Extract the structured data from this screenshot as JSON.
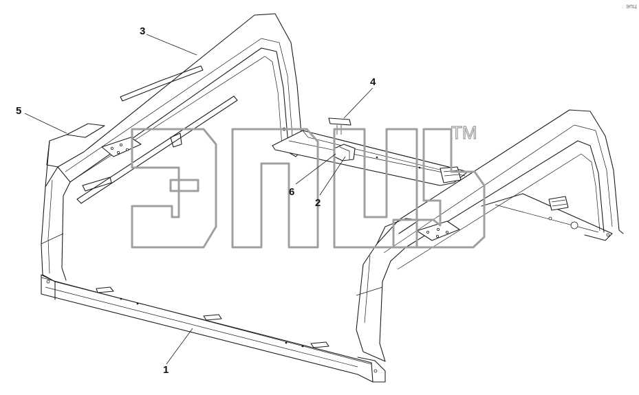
{
  "diagram": {
    "callouts": [
      {
        "id": "c1",
        "label": "1"
      },
      {
        "id": "c2",
        "label": "2"
      },
      {
        "id": "c3",
        "label": "3"
      },
      {
        "id": "c4",
        "label": "4"
      },
      {
        "id": "c5",
        "label": "5"
      },
      {
        "id": "c6",
        "label": "6"
      }
    ],
    "watermark": {
      "mark": "TM"
    },
    "corner_text": "ЭПЦ"
  },
  "colors": {
    "line": "#1a1a1a",
    "watermark": "#9f9f9f",
    "background": "#ffffff"
  }
}
